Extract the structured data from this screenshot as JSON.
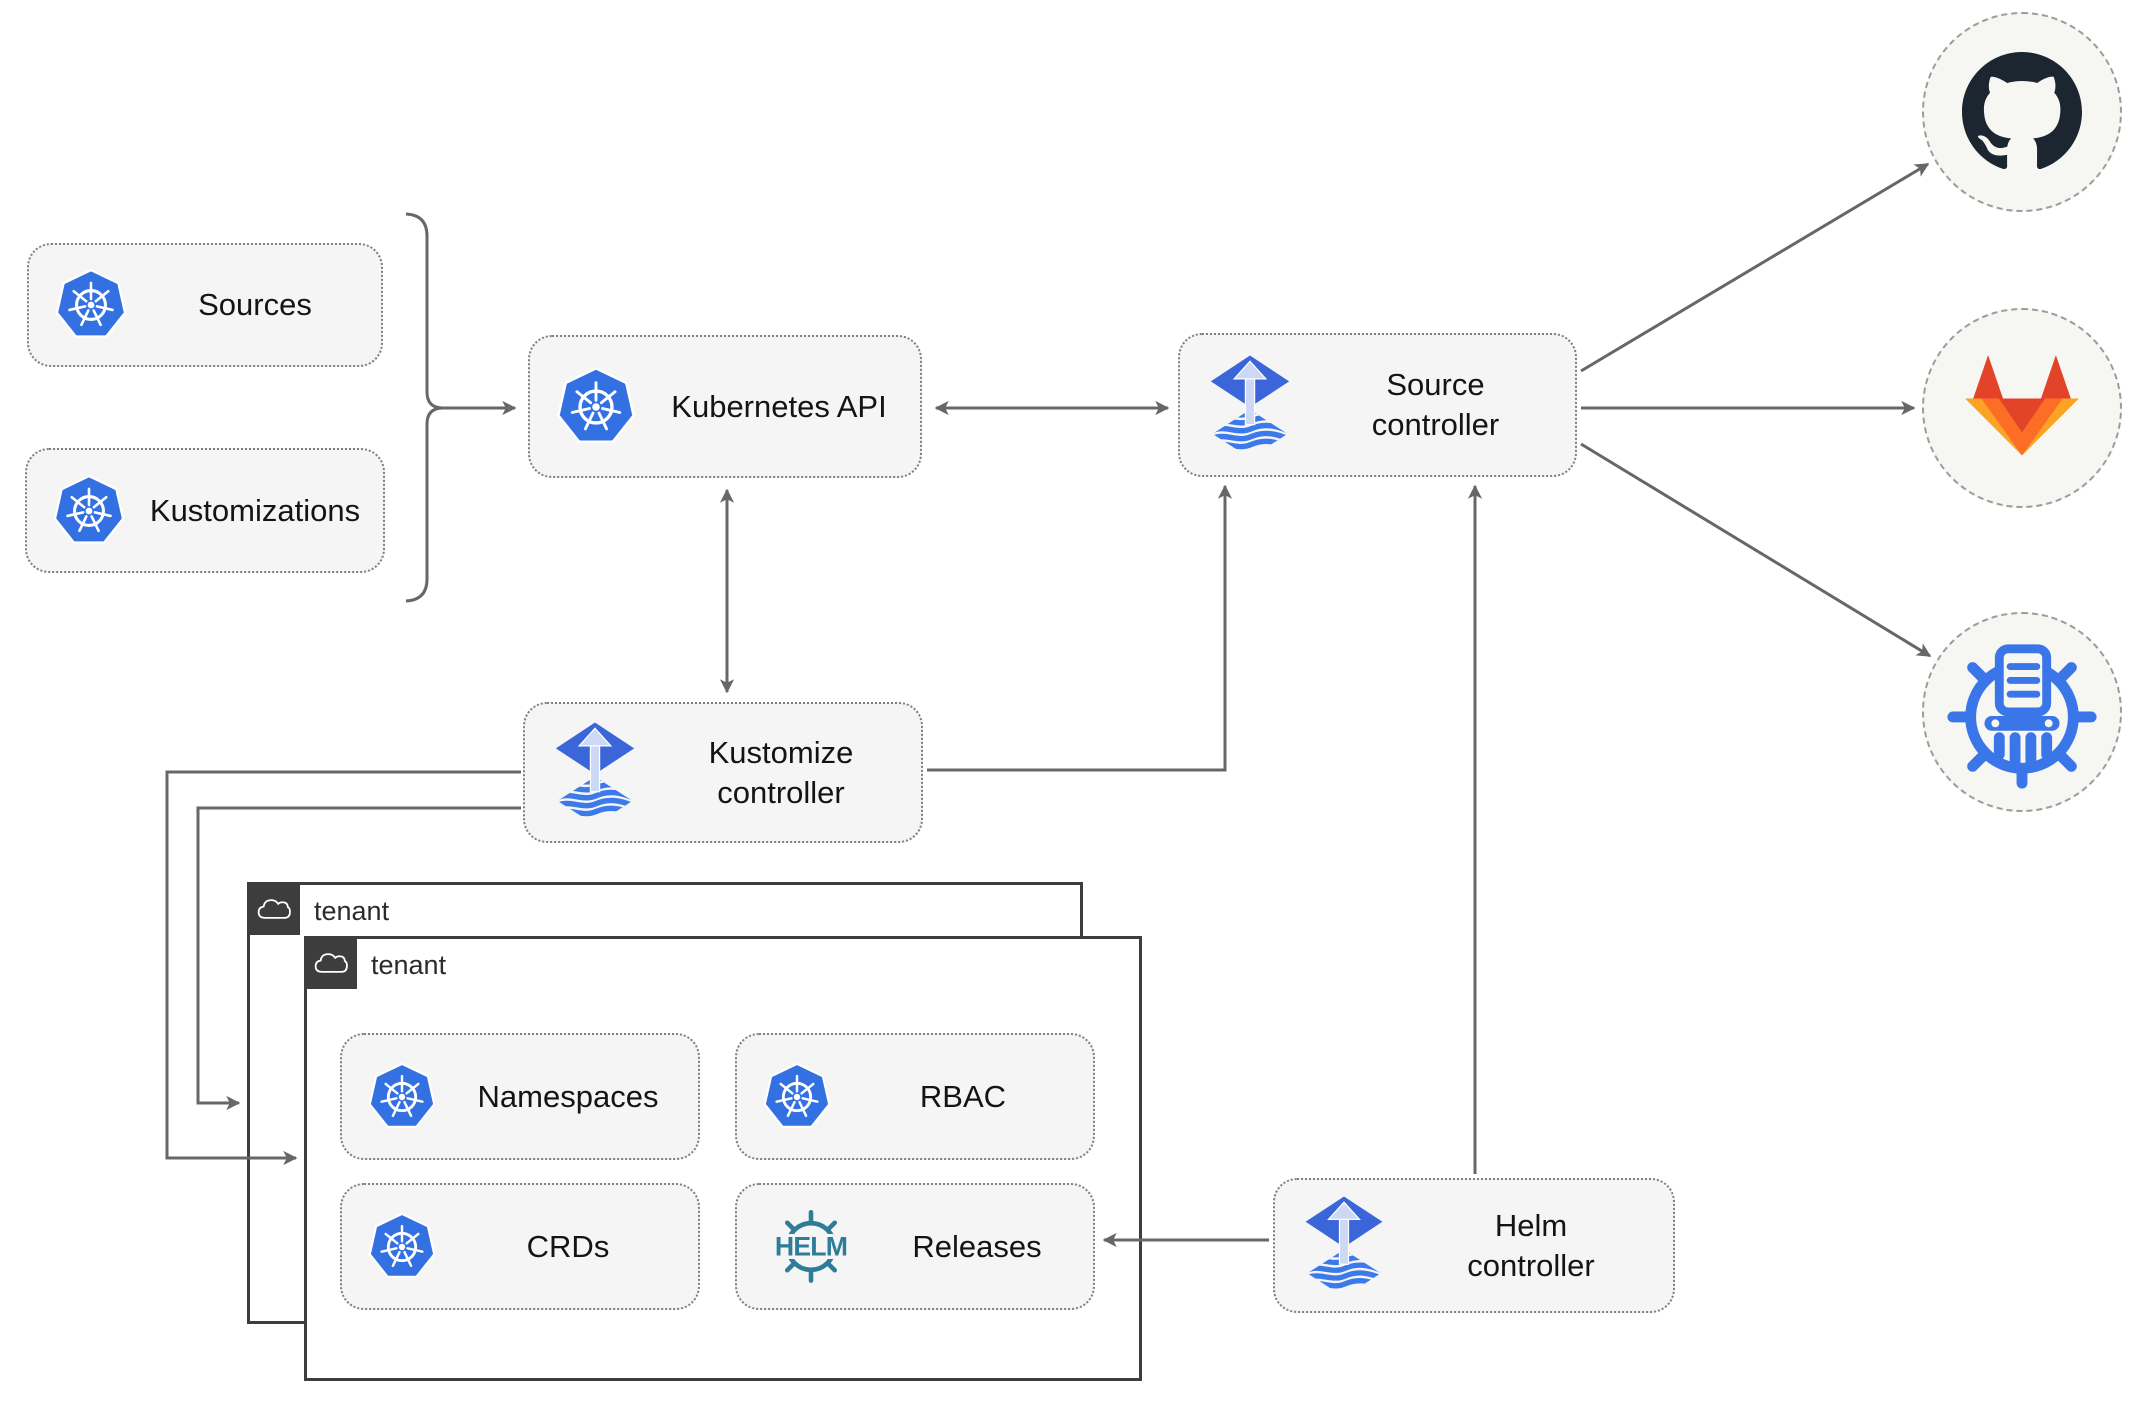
{
  "diagram": {
    "nodes": {
      "sources": {
        "label": "Sources",
        "icon": "kubernetes-icon"
      },
      "kustomizations": {
        "label": "Kustomizations",
        "icon": "kubernetes-icon"
      },
      "kubernetes_api": {
        "label": "Kubernetes API",
        "icon": "kubernetes-icon"
      },
      "source_controller": {
        "label": "Source\ncontroller",
        "icon": "flux-icon"
      },
      "kustomize_controller": {
        "label": "Kustomize\ncontroller",
        "icon": "flux-icon"
      },
      "helm_controller": {
        "label": "Helm\ncontroller",
        "icon": "flux-icon"
      },
      "namespaces": {
        "label": "Namespaces",
        "icon": "kubernetes-icon"
      },
      "rbac": {
        "label": "RBAC",
        "icon": "kubernetes-icon"
      },
      "crds": {
        "label": "CRDs",
        "icon": "kubernetes-icon"
      },
      "releases": {
        "label": "Releases",
        "icon": "helm-icon",
        "icon_text": "HELM"
      }
    },
    "groups": {
      "tenant_outer": {
        "label": "tenant",
        "icon": "cloud-icon"
      },
      "tenant_inner": {
        "label": "tenant",
        "icon": "cloud-icon"
      }
    },
    "endpoints": [
      {
        "name": "github",
        "icon": "github-icon"
      },
      {
        "name": "gitlab",
        "icon": "gitlab-icon"
      },
      {
        "name": "helm-repository",
        "icon": "chartmuseum-icon"
      }
    ],
    "edges": [
      {
        "from": "sources-kustomizations-bracket",
        "to": "kubernetes-api",
        "type": "arrow"
      },
      {
        "from": "kubernetes-api",
        "to": "source-controller",
        "type": "double-arrow"
      },
      {
        "from": "kubernetes-api",
        "to": "kustomize-controller",
        "type": "double-arrow"
      },
      {
        "from": "kustomize-controller",
        "to": "source-controller",
        "type": "arrow"
      },
      {
        "from": "helm-controller",
        "to": "source-controller",
        "type": "arrow"
      },
      {
        "from": "helm-controller",
        "to": "releases",
        "type": "arrow"
      },
      {
        "from": "kustomize-controller",
        "to": "tenant-outer",
        "type": "arrow"
      },
      {
        "from": "kustomize-controller",
        "to": "tenant-inner",
        "type": "arrow"
      },
      {
        "from": "source-controller",
        "to": "github",
        "type": "arrow"
      },
      {
        "from": "source-controller",
        "to": "gitlab",
        "type": "arrow"
      },
      {
        "from": "source-controller",
        "to": "helm-repository",
        "type": "arrow"
      }
    ],
    "colors": {
      "kubernetes_blue": "#3371e3",
      "flux_blue": "#3a66da",
      "flux_wave_blue": "#3c79ea",
      "flux_arrow_light": "#cdd9f4",
      "helm_teal": "#2e7d98",
      "github_dark": "#1b2631",
      "gitlab_red": "#e24329",
      "gitlab_orange": "#fc6d26",
      "gitlab_amber": "#fca326",
      "chartmuseum_blue": "#3b76e8",
      "wire_gray": "#676767",
      "node_fill": "#f5f5f5",
      "tenant_dark": "#3d3d3d"
    }
  }
}
